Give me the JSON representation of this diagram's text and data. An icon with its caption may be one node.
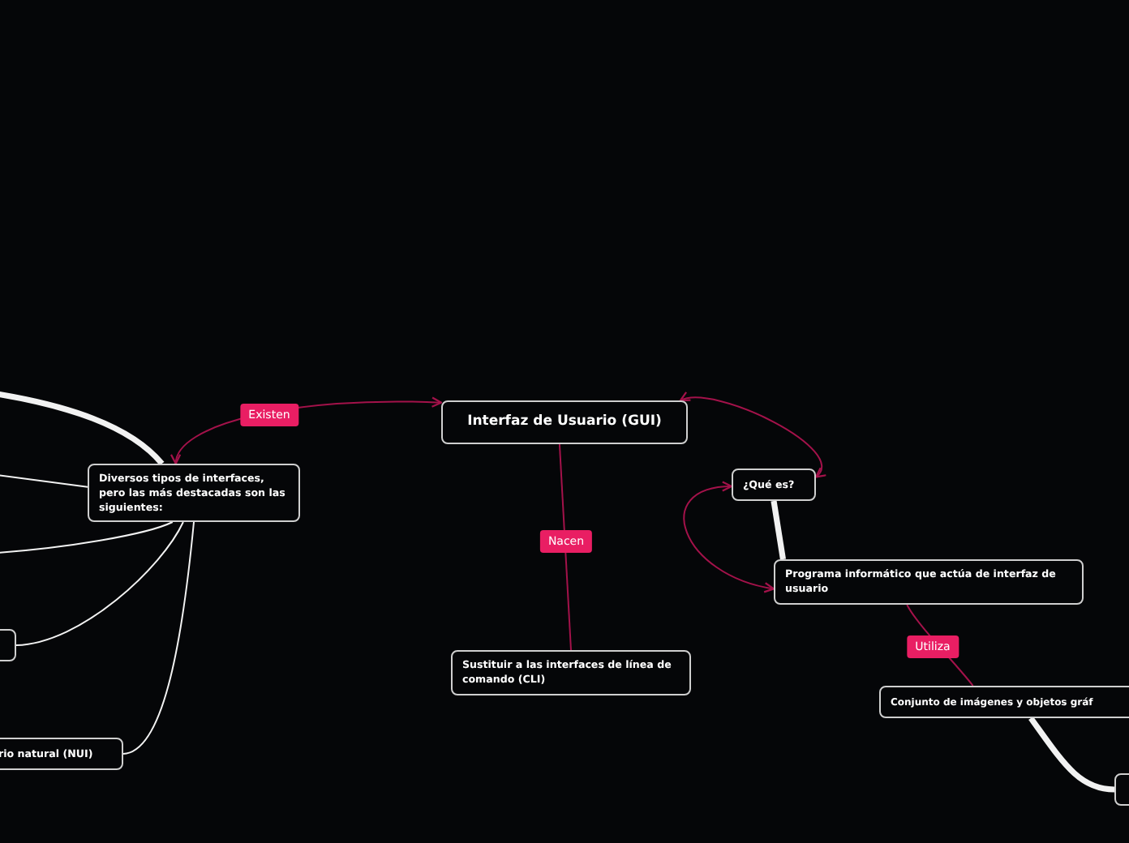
{
  "diagram": {
    "nodes": [
      {
        "text": [
          "Interfaz de Usuario (GUI)"
        ]
      },
      {
        "text": [
          "Diversos tipos de interfaces, pero las más destacadas son las siguientes:"
        ]
      },
      {
        "text": [
          "¿Qué es?"
        ]
      },
      {
        "text": [
          "Programa informático que actúa de interfaz de usuario"
        ]
      },
      {
        "text": [
          "Sustituir a las interfaces de línea de comando (CLI)"
        ]
      },
      {
        "text": [],
        "shape": "box"
      },
      {
        "text": [
          "rio natural (NUI)"
        ]
      },
      {
        "text": [
          "Conjunto de imágenes y objetos gráf"
        ]
      },
      {
        "text": [],
        "shape": "box"
      }
    ],
    "edges": [
      {
        "from": 1,
        "to": 0,
        "arrow": "both",
        "label": "Existen",
        "color": "#a3124a"
      },
      {
        "from": 0,
        "to": 4,
        "arrow": "none",
        "label": "Nacen",
        "color": "#a3124a"
      },
      {
        "from": 0,
        "to": 2,
        "arrow": "both",
        "color": "#a3124a"
      },
      {
        "from": 2,
        "to": 3,
        "arrow": "none",
        "style": "thick"
      },
      {
        "from": 3,
        "to": 2,
        "arrow": "both",
        "color": "#a3124a"
      },
      {
        "from": 3,
        "to": 7,
        "arrow": "none",
        "label": "Utiliza",
        "color": "#a3124a"
      },
      {
        "from": 7,
        "to": 8,
        "arrow": "none",
        "style": "thick"
      },
      {
        "from": 1,
        "to": null,
        "arrow": "none",
        "style": "thick"
      },
      {
        "from": 1,
        "to": null,
        "arrow": "none"
      },
      {
        "from": 1,
        "to": null,
        "arrow": "none"
      },
      {
        "from": 1,
        "to": 5,
        "arrow": "none"
      },
      {
        "from": 1,
        "to": 6,
        "arrow": "none"
      }
    ]
  }
}
